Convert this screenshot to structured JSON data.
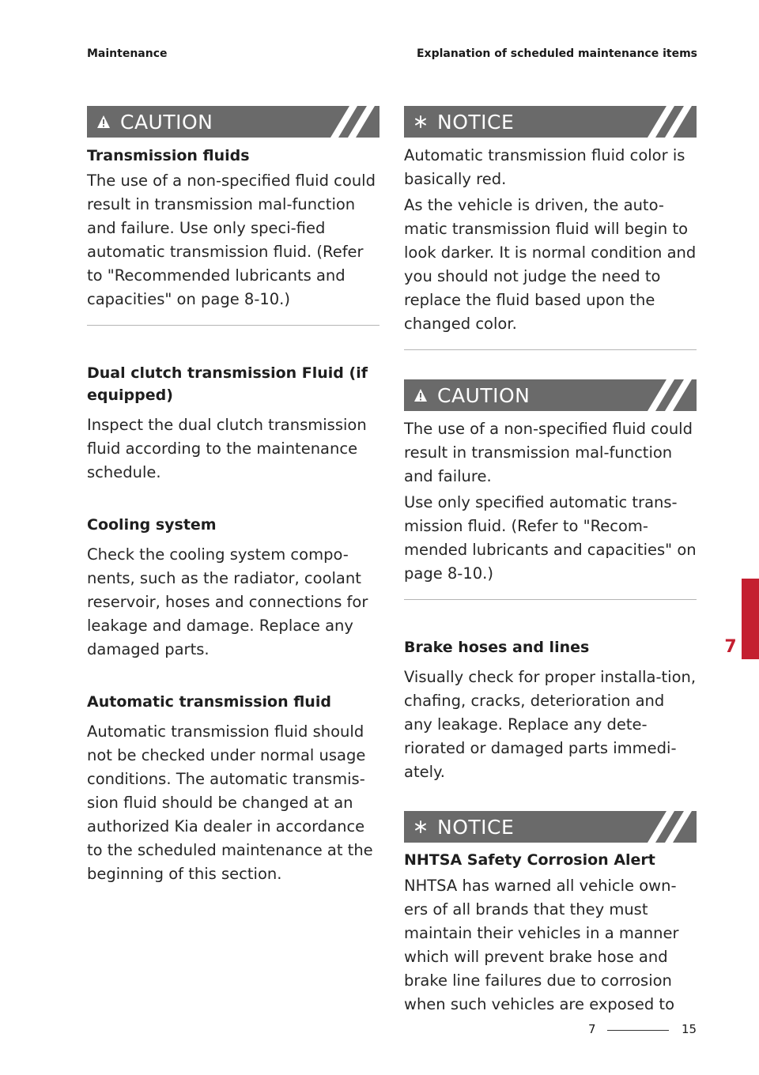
{
  "header": {
    "left": "Maintenance",
    "right": "Explanation of scheduled maintenance items"
  },
  "left_column": {
    "caution_banner": "CAUTION",
    "caution_title": "Transmission fluids",
    "caution_body": "The use of a non-specified fluid could result in transmission mal-function and failure. Use only speci-fied automatic transmission fluid. (Refer to \"Recommended lubricants and capacities\" on page 8-10.)",
    "sections": [
      {
        "title": "Dual clutch transmission Fluid (if equipped)",
        "body": "Inspect the dual clutch transmission fluid according to the maintenance schedule."
      },
      {
        "title": "Cooling system",
        "body": "Check the cooling system compo-nents, such as the radiator, coolant reservoir, hoses and connections for leakage and damage. Replace any damaged parts."
      },
      {
        "title": "Automatic transmission fluid",
        "body": "Automatic transmission fluid should not be checked under normal usage conditions. The automatic transmis-sion fluid should be changed at an authorized Kia dealer in accordance to the scheduled maintenance at the beginning of this section."
      }
    ]
  },
  "right_column": {
    "notice1_banner": "NOTICE",
    "notice1_p1": "Automatic transmission fluid color is basically red.",
    "notice1_p2": "As the vehicle is driven, the auto-matic transmission fluid will begin to look darker. It is normal condition and you should not judge the need to replace the fluid based upon the changed color.",
    "caution_banner": "CAUTION",
    "caution_p1": "The use of a non-specified fluid could result in transmission mal-function and failure.",
    "caution_p2": "Use only specified automatic trans-mission fluid. (Refer to \"Recom-mended lubricants and capacities\" on page 8-10.)",
    "brake_title": "Brake hoses and lines",
    "brake_body": "Visually check for proper installa-tion, chafing, cracks, deterioration and any leakage. Replace any dete-riorated or damaged parts immedi-ately.",
    "notice2_banner": "NOTICE",
    "notice2_title": "NHTSA Safety Corrosion Alert",
    "notice2_body": "NHTSA has warned all vehicle own-ers of all brands that they must maintain their vehicles in a manner which will prevent brake hose and brake line failures due to corrosion when such vehicles are exposed to"
  },
  "chapter_tab": "7",
  "footer": {
    "chapter": "7",
    "page": "15"
  },
  "colors": {
    "banner": "#6a6a6a",
    "accent_red": "#c41f30"
  },
  "icons": {
    "caution": "warning-triangle-icon",
    "notice": "asterisk-icon"
  }
}
